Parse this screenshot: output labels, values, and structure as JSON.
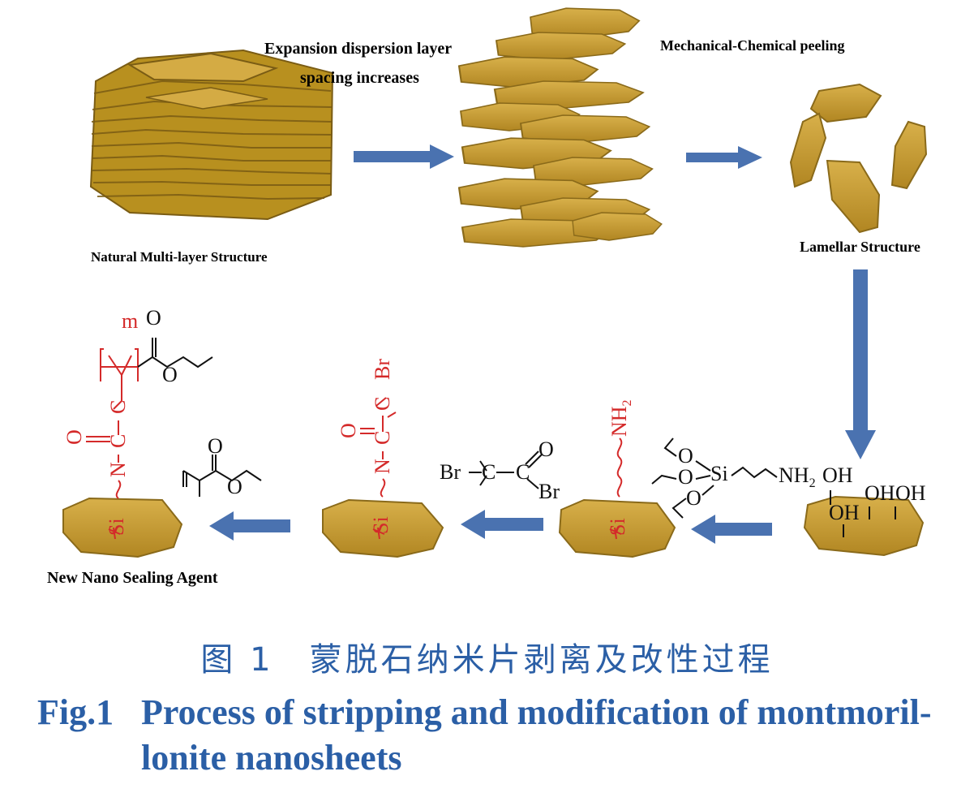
{
  "labels": {
    "natural": "Natural Multi-layer Structure",
    "expansion_line1": "Expansion dispersion layer",
    "expansion_line2": "spacing increases",
    "mech": "Mechanical-Chemical peeling",
    "lamellar": "Lamellar Structure",
    "new_agent": "New Nano Sealing Agent"
  },
  "chem": {
    "silane_si": "Si",
    "silane_o": "O",
    "silane_nh2": "NH",
    "sub2": "2",
    "oh": "OH",
    "br": "Br",
    "c": "C",
    "o": "O",
    "n": "N",
    "si": "Si",
    "m": "m",
    "nh2": "NH"
  },
  "caption": {
    "cn": "图 1　蒙脱石纳米片剥离及改性过程",
    "en_num": "Fig.1",
    "en_line1": "Process of stripping and modification of montmoril-",
    "en_line2": "lonite nanosheets"
  },
  "colors": {
    "clay": "#c49a2c",
    "clay_dark": "#8a6a1a",
    "arrow": "#4a72b0",
    "caption": "#2b5fa6",
    "red": "#d42a2a"
  }
}
